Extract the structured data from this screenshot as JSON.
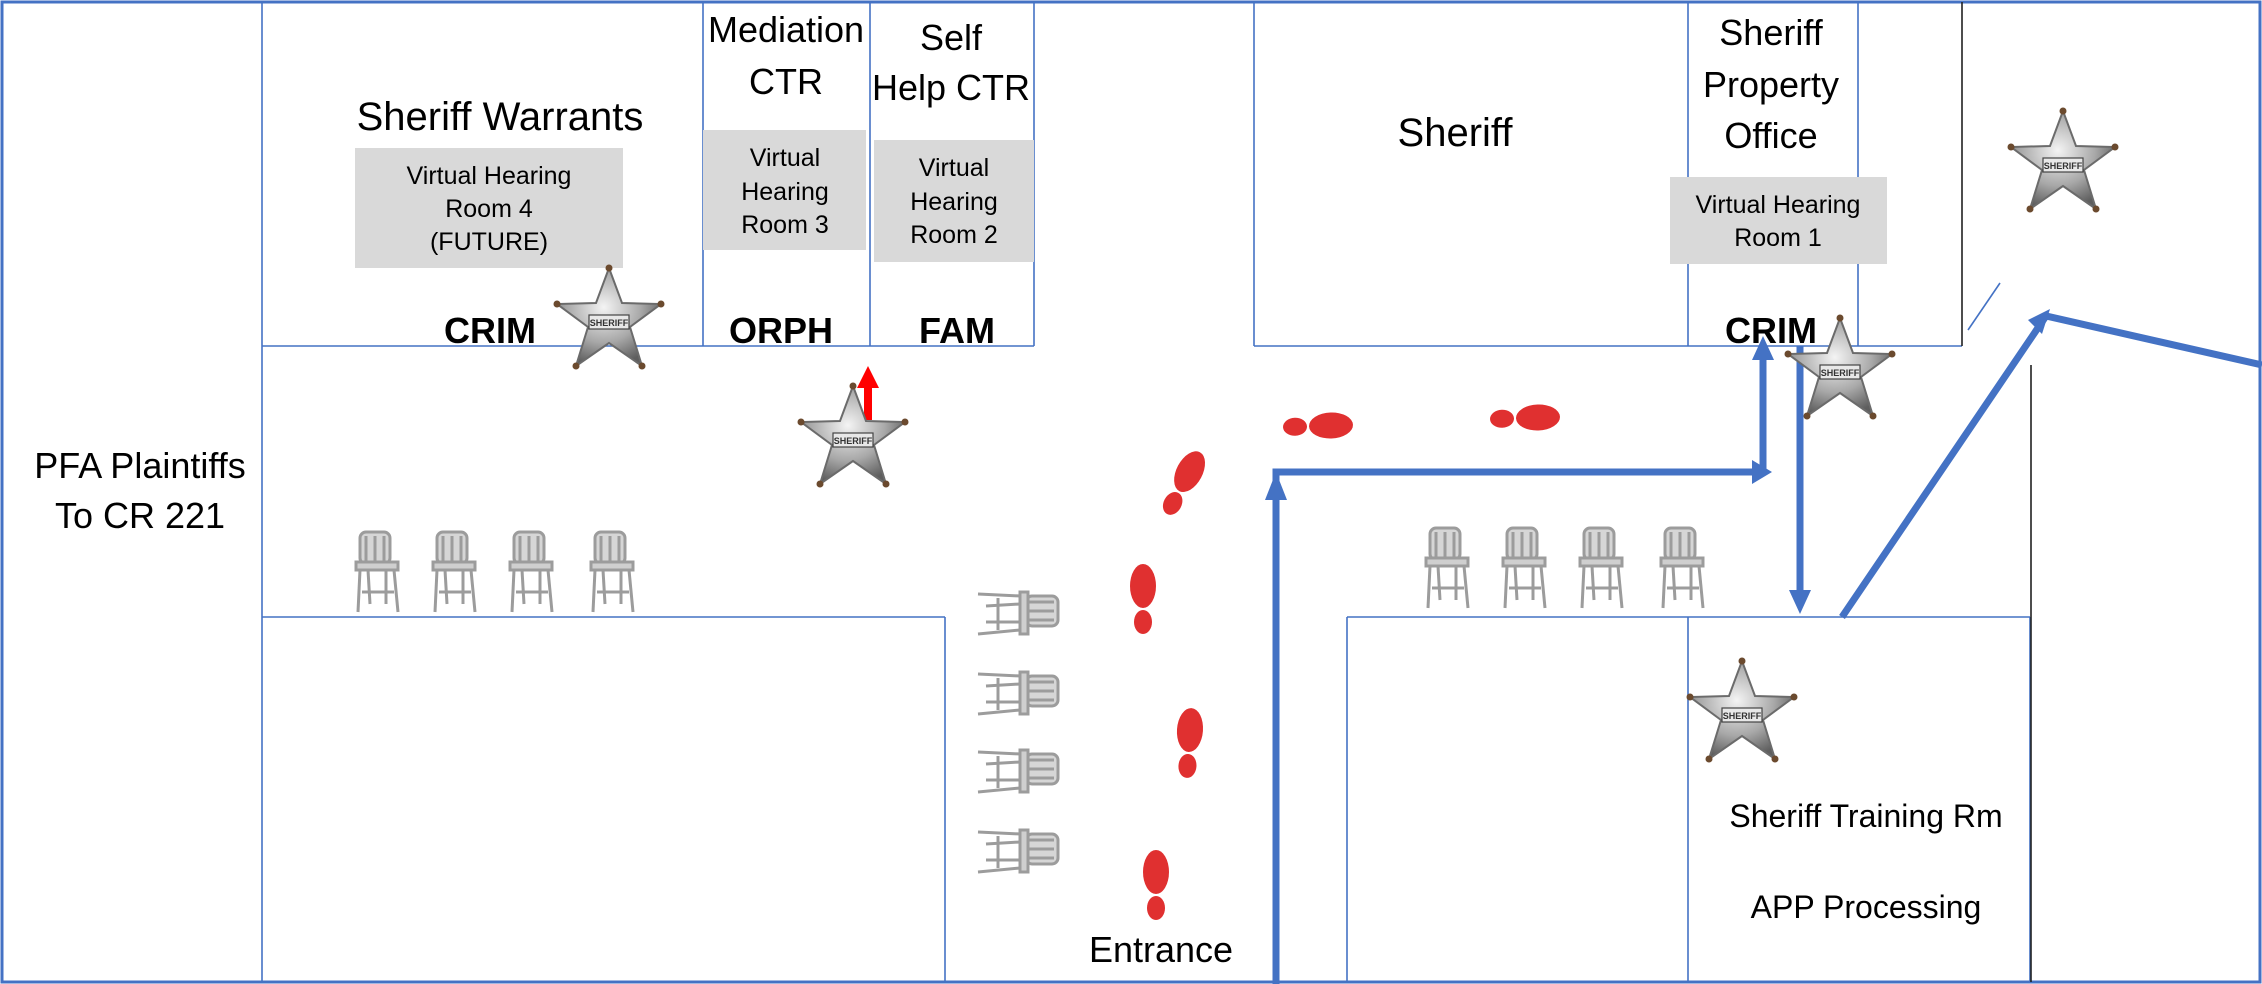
{
  "rooms": {
    "pfa_line1": "PFA Plaintiffs",
    "pfa_line2": "To CR 221",
    "sheriff_warrants": "Sheriff Warrants",
    "mediation_line1": "Mediation",
    "mediation_line2": "CTR",
    "selfhelp_line1": "Self",
    "selfhelp_line2": "Help CTR",
    "sheriff": "Sheriff",
    "property_line1": "Sheriff",
    "property_line2": "Property",
    "property_line3": "Office",
    "training": "Sheriff Training Rm",
    "app_processing": "APP Processing",
    "entrance": "Entrance"
  },
  "hearing_rooms": {
    "room4": [
      "Virtual Hearing",
      "Room 4",
      "(FUTURE)"
    ],
    "room3": [
      "Virtual",
      "Hearing",
      "Room 3"
    ],
    "room2": [
      "Virtual",
      "Hearing",
      "Room 2"
    ],
    "room1": [
      "Virtual Hearing",
      "Room 1"
    ]
  },
  "door_labels": {
    "crim_left": "CRIM",
    "orph": "ORPH",
    "fam": "FAM",
    "crim_right": "CRIM"
  },
  "badge_text": "SHERIFF",
  "colors": {
    "wall": "#4472c4",
    "route_arrow": "#4472c4",
    "footprint": "#e03030",
    "exit_arrow": "#ff0000",
    "placard": "#d9d9d9",
    "badge": "#9a9a9a"
  },
  "icons": [
    "sheriff-badge-icon",
    "chair-icon",
    "footprint-icon",
    "arrow-icon"
  ]
}
